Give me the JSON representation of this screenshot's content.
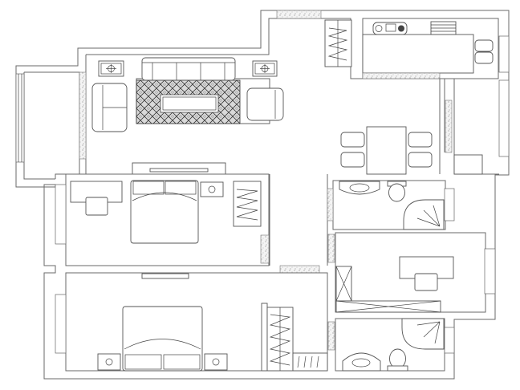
{
  "plan": {
    "colors": {
      "background": "#ffffff",
      "wall_line": "#6a6a6a",
      "furniture_line": "#555555"
    },
    "rooms": [
      "living-room",
      "balcony-left",
      "kitchen",
      "dining-area",
      "service-balcony",
      "bedroom-1",
      "corridor",
      "bedroom-2",
      "bathroom-1",
      "study",
      "bathroom-2"
    ]
  }
}
